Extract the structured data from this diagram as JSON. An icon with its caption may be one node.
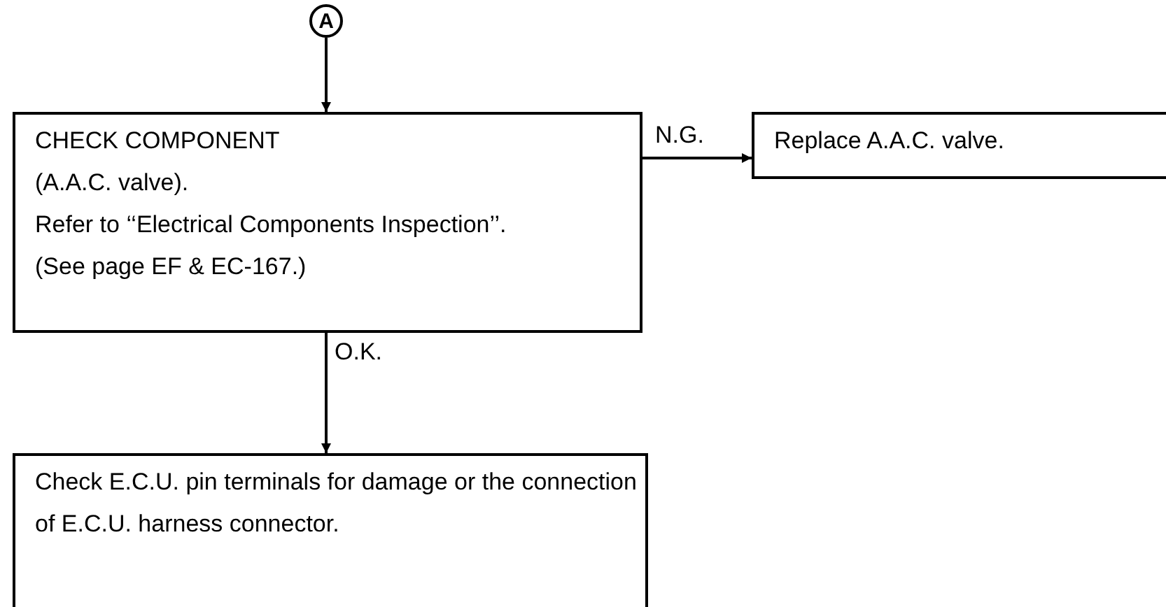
{
  "diagram": {
    "nodes": [
      {
        "text": [
          "A"
        ]
      },
      {
        "text": [
          "CHECK COMPONENT",
          "(A.A.C. valve).",
          "Refer to ‘‘Electrical Components Inspection’’.",
          "(See page EF & EC-167.)"
        ]
      },
      {
        "text": [
          "Replace A.A.C. valve."
        ]
      },
      {
        "text": [
          "Check E.C.U. pin terminals for damage or the connection of E.C.U. harness connector."
        ]
      }
    ],
    "edges": [
      {
        "from": 0,
        "to": 1,
        "arrow": "to"
      },
      {
        "from": 1,
        "to": 2,
        "arrow": "to",
        "label": "N.G."
      },
      {
        "from": 1,
        "to": 3,
        "arrow": "to",
        "label": "O.K."
      }
    ]
  }
}
